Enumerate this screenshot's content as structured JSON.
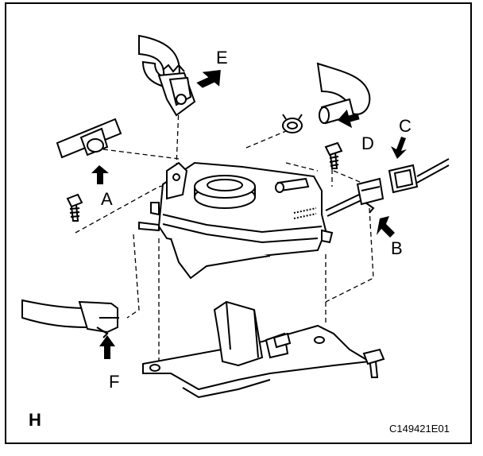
{
  "labels": {
    "A": "A",
    "B": "B",
    "C": "C",
    "D": "D",
    "E": "E",
    "F": "F"
  },
  "corner_label": "H",
  "figure_code": "C149421E01",
  "colors": {
    "ink": "#000000",
    "paper": "#ffffff",
    "shade": "#d9d9d9"
  },
  "icons": [
    "arrow-icon",
    "bolt-icon",
    "hose-clamp-icon",
    "connector-icon",
    "reservoir-cap-icon"
  ]
}
